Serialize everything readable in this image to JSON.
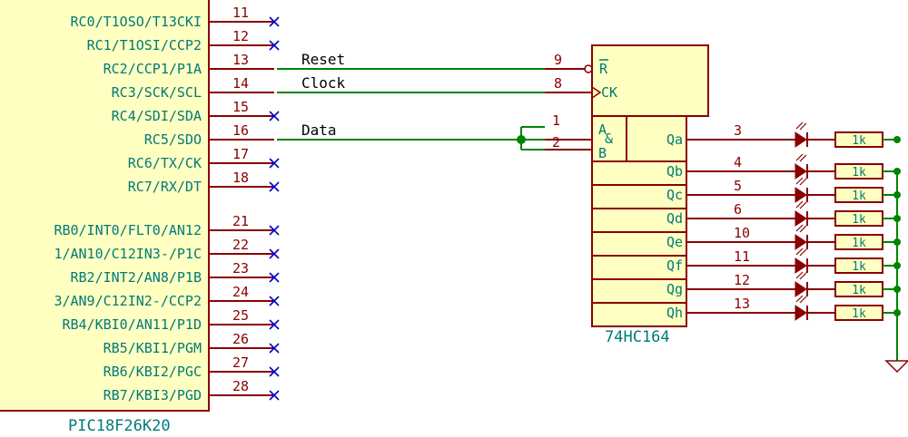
{
  "pic": {
    "name": "PIC18F26K20",
    "pins_c": [
      {
        "label": "RC0/T1OSO/T13CKI",
        "num": "11",
        "nc": true
      },
      {
        "label": "RC1/T1OSI/CCP2",
        "num": "12",
        "nc": true
      },
      {
        "label": "RC2/CCP1/P1A",
        "num": "13",
        "nc": false
      },
      {
        "label": "RC3/SCK/SCL",
        "num": "14",
        "nc": false
      },
      {
        "label": "RC4/SDI/SDA",
        "num": "15",
        "nc": true
      },
      {
        "label": "RC5/SDO",
        "num": "16",
        "nc": false
      },
      {
        "label": "RC6/TX/CK",
        "num": "17",
        "nc": true
      },
      {
        "label": "RC7/RX/DT",
        "num": "18",
        "nc": true
      }
    ],
    "pins_b": [
      {
        "label": "RB0/INT0/FLT0/AN12",
        "num": "21",
        "nc": true
      },
      {
        "label": "1/AN10/C12IN3-/P1C",
        "num": "22",
        "nc": true
      },
      {
        "label": "RB2/INT2/AN8/P1B",
        "num": "23",
        "nc": true
      },
      {
        "label": "3/AN9/C12IN2-/CCP2",
        "num": "24",
        "nc": true
      },
      {
        "label": "RB4/KBI0/AN11/P1D",
        "num": "25",
        "nc": true
      },
      {
        "label": "RB5/KBI1/PGM",
        "num": "26",
        "nc": true
      },
      {
        "label": "RB6/KBI2/PGC",
        "num": "27",
        "nc": true
      },
      {
        "label": "RB7/KBI3/PGD",
        "num": "28",
        "nc": true
      }
    ]
  },
  "nets": {
    "reset": "Reset",
    "clock": "Clock",
    "data": "Data"
  },
  "shift": {
    "name": "74HC164",
    "pin_r": "R",
    "pin_ck": "CK",
    "pin_a": "A",
    "pin_b": "B",
    "and_sym": "&",
    "num_r": "9",
    "num_ck": "8",
    "num_a": "1",
    "num_b": "2",
    "outputs": [
      {
        "label": "Qa",
        "num": "3"
      },
      {
        "label": "Qb",
        "num": "4"
      },
      {
        "label": "Qc",
        "num": "5"
      },
      {
        "label": "Qd",
        "num": "6"
      },
      {
        "label": "Qe",
        "num": "10"
      },
      {
        "label": "Qf",
        "num": "11"
      },
      {
        "label": "Qg",
        "num": "12"
      },
      {
        "label": "Qh",
        "num": "13"
      }
    ]
  },
  "resistor_value": "1k",
  "colors": {
    "wire": "#008400",
    "pin": "#8a0000",
    "body_fill": "#ffffc2",
    "body_stroke": "#8a0000",
    "text": "#007a7a"
  }
}
